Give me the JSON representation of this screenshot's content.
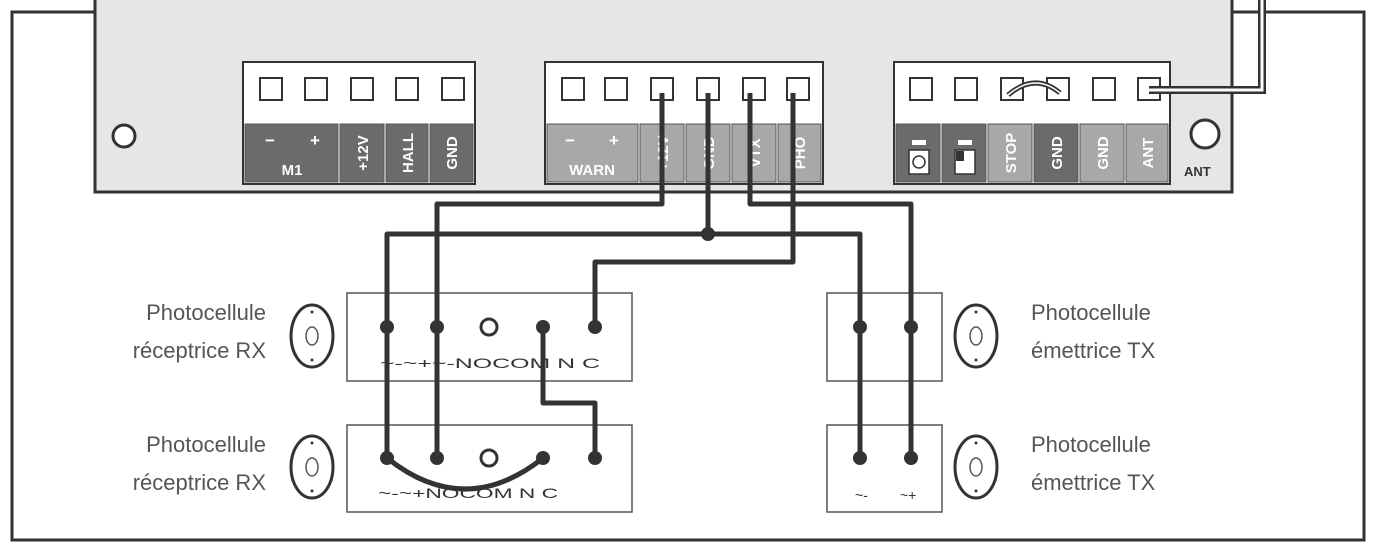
{
  "terminals": {
    "block1": {
      "signs": [
        "−",
        "+"
      ],
      "m1": "M1",
      "v12": "+12V",
      "hall": "HALL",
      "gnd": "GND"
    },
    "block2": {
      "signs": [
        "−",
        "+"
      ],
      "warn": "WARN",
      "v12": "+12V",
      "gnd": "GND",
      "vtx": "VTX",
      "pho": "PHO"
    },
    "block3": {
      "stop": "STOP",
      "gnd1": "GND",
      "gnd2": "GND",
      "ant": "ANT"
    }
  },
  "antenna_label": "ANT",
  "photocells": {
    "rx1": {
      "label_line1": "Photocellule",
      "label_line2": "réceptrice RX",
      "pins": "~-~+~-NOCOM  N   C"
    },
    "rx2": {
      "label_line1": "Photocellule",
      "label_line2": "réceptrice RX",
      "pins": "~-~+NOCOM   N   C"
    },
    "tx1": {
      "label_line1": "Photocellule",
      "label_line2": "émettrice TX"
    },
    "tx2": {
      "label_line1": "Photocellule",
      "label_line2": "émettrice TX",
      "pins": [
        "~-",
        "~+"
      ]
    }
  },
  "colors": {
    "line": "#333333",
    "board": "#e6e6e6",
    "label_dark": "#6b6b6b",
    "label_light": "#a8a8a8"
  },
  "icons": {
    "terminal_screw": "square-screw-icon",
    "lens": "photocell-lens-icon",
    "mount_hole": "circle-hole-icon"
  }
}
